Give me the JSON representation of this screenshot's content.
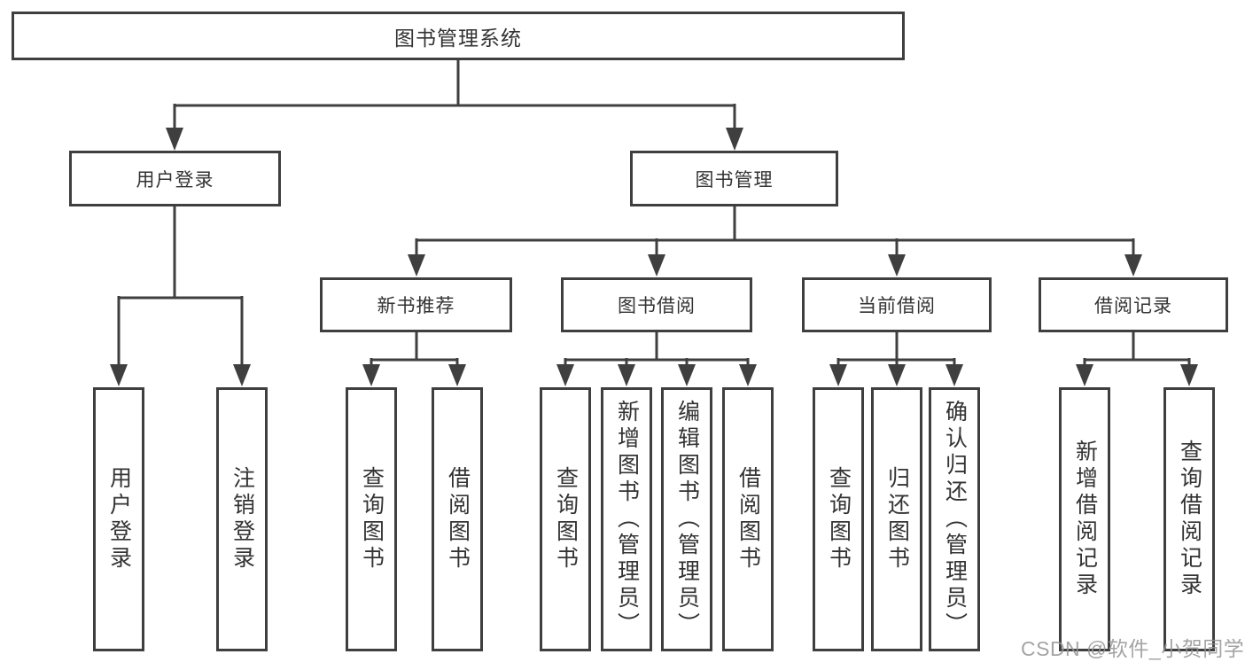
{
  "diagram": {
    "type": "hierarchy-tree",
    "title": "图书管理系统",
    "line_color": "#3f3f3f",
    "text_color": "#333333",
    "tree": {
      "label": "图书管理系统",
      "children": [
        {
          "label": "用户登录",
          "children": [
            {
              "label": "用户登录"
            },
            {
              "label": "注销登录"
            }
          ]
        },
        {
          "label": "图书管理",
          "children": [
            {
              "label": "新书推荐",
              "children": [
                {
                  "label": "查询图书"
                },
                {
                  "label": "借阅图书"
                }
              ]
            },
            {
              "label": "图书借阅",
              "children": [
                {
                  "label": "查询图书"
                },
                {
                  "label": "新增图书（管理员）"
                },
                {
                  "label": "编辑图书（管理员）"
                },
                {
                  "label": "借阅图书"
                }
              ]
            },
            {
              "label": "当前借阅",
              "children": [
                {
                  "label": "查询图书"
                },
                {
                  "label": "归还图书"
                },
                {
                  "label": "确认归还（管理员）"
                }
              ]
            },
            {
              "label": "借阅记录",
              "children": [
                {
                  "label": "新增借阅记录"
                },
                {
                  "label": "查询借阅记录"
                }
              ]
            }
          ]
        }
      ]
    }
  },
  "watermark": {
    "text": "CSDN @软件_小贺同学",
    "color": "#949494"
  }
}
